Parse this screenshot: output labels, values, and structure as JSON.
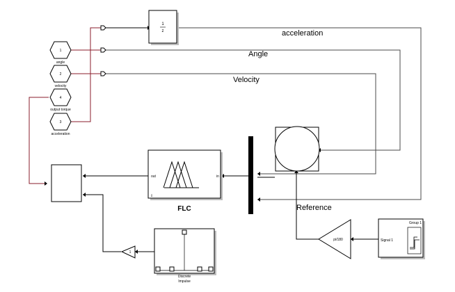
{
  "signals": {
    "acceleration": "acceleration",
    "angle": "Angle",
    "velocity": "Velocity",
    "reference": "Reference"
  },
  "ports": {
    "in1": {
      "number": "1",
      "name": "angle"
    },
    "in2": {
      "number": "2",
      "name": "velocity"
    },
    "in4": {
      "number": "4",
      "name": "output torque"
    },
    "in3": {
      "number": "3",
      "name": "acceleration"
    }
  },
  "blocks": {
    "unit_delay": {
      "numerator": "1",
      "denominator": "z"
    },
    "flc": {
      "title": "FLC",
      "port_in": "in",
      "port_out": "out"
    },
    "gain_small": {
      "value": "1"
    },
    "gain_ref": {
      "value": "pi/180"
    },
    "signal_builder": {
      "title": "Group 1",
      "port": "Signal 1"
    },
    "discrete_impulse": {
      "line1": "Discrete",
      "line2": "Impulse"
    }
  }
}
